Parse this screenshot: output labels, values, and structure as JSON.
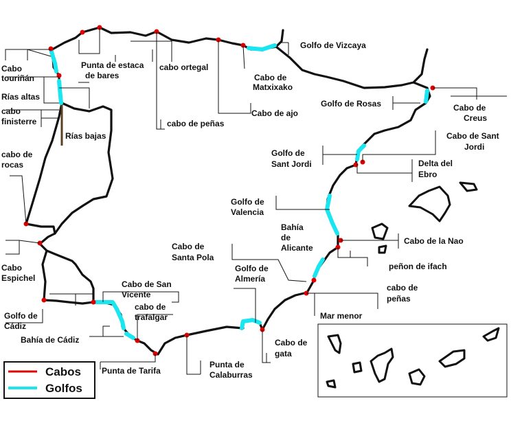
{
  "colors": {
    "cabos": "#e00000",
    "golfos": "#19e6f0",
    "coast": "#111111"
  },
  "legend": {
    "cabos": "Cabos",
    "golfos": "Golfos"
  },
  "labels": {
    "golfo_vizcaya": "Golfo de Vizcaya",
    "cabo_matxixako_1": "Cabo de",
    "cabo_matxixako_2": "Matxixako",
    "cabo_ajo": "Cabo de ajo",
    "cabo_penas_n": "cabo de peñas",
    "cabo_ortegal": "cabo ortegal",
    "punta_bares_1": "Punta de estaca",
    "punta_bares_2": "de bares",
    "cabo_tourinan_1": "Cabo",
    "cabo_tourinan_2": "touriñán",
    "rias_altas": "Rías altas",
    "cabo_finisterre_1": "cabo",
    "cabo_finisterre_2": "finisterre",
    "rias_bajas": "Rías bajas",
    "cabo_rocas_1": "cabo de",
    "cabo_rocas_2": "rocas",
    "cabo_espichel_1": "Cabo",
    "cabo_espichel_2": "Espichel",
    "golfo_cadiz_1": "Golfo de",
    "golfo_cadiz_2": "Cádiz",
    "bahia_cadiz": "Bahía de Cádiz",
    "cabo_san_vicente_1": "Cabo de San",
    "cabo_san_vicente_2": "Vicente",
    "cabo_trafalgar_1": "cabo de",
    "cabo_trafalgar_2": "trafalgar",
    "punta_tarifa": "Punta de Tarifa",
    "punta_calaburras_1": "Punta de",
    "punta_calaburras_2": "Calaburras",
    "cabo_gata_1": "Cabo de",
    "cabo_gata_2": "gata",
    "golfo_almeria_1": "Golfo de",
    "golfo_almeria_2": "Almería",
    "cabo_santa_pola_1": "Cabo de",
    "cabo_santa_pola_2": "Santa Pola",
    "mar_menor": "Mar menor",
    "cabo_penas_s_1": "cabo de",
    "cabo_penas_s_2": "peñas",
    "penon_ifach": "peñon de ifach",
    "cabo_nao": "Cabo de la Nao",
    "bahia_alicante_1": "Bahía",
    "bahia_alicante_2": "de",
    "bahia_alicante_3": "Alicante",
    "golfo_valencia_1": "Golfo de",
    "golfo_valencia_2": "Valencia",
    "delta_ebro_1": "Delta del",
    "delta_ebro_2": "Ebro",
    "golfo_sant_jordi_1": "Golfo de",
    "golfo_sant_jordi_2": "Sant Jordi",
    "cabo_sant_jordi_1": "Cabo de Sant",
    "cabo_sant_jordi_2": "Jordi",
    "golfo_rosas": "Golfo de Rosas",
    "cabo_creus_1": "Cabo de",
    "cabo_creus_2": "Creus"
  }
}
